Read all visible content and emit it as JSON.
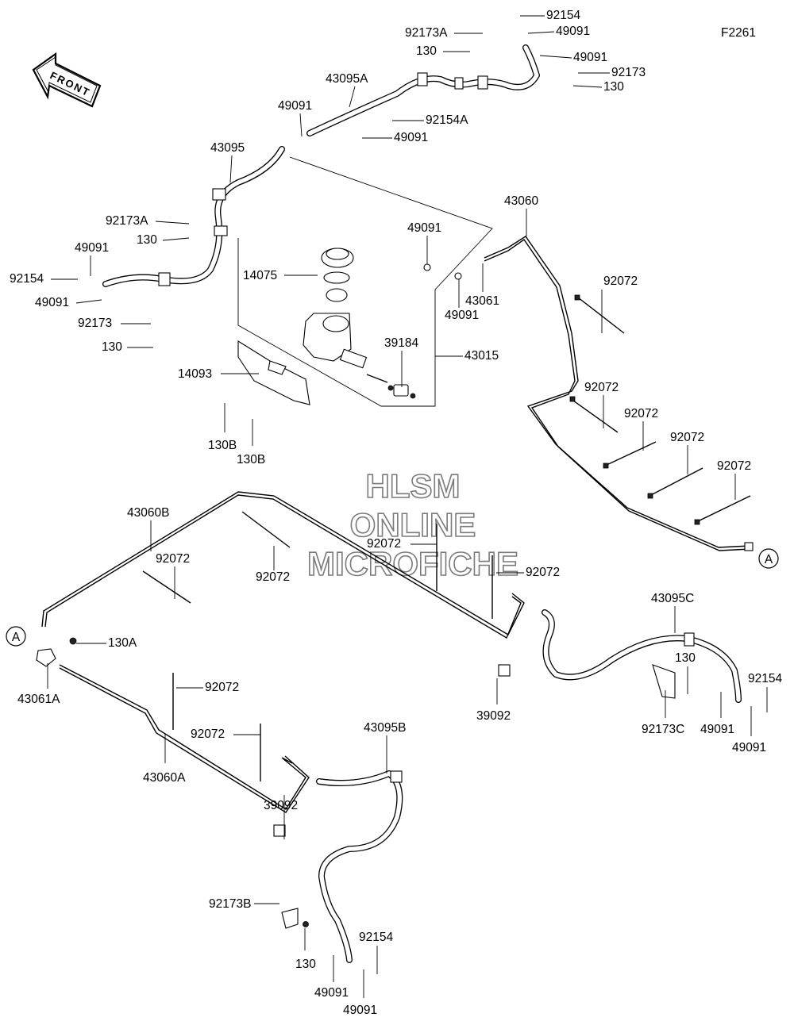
{
  "figure_code": "F2261",
  "front_label": "FRONT",
  "watermark": [
    "HLSM",
    "ONLINE",
    "MICROFICHE"
  ],
  "callouts": [
    "A",
    "A"
  ],
  "part_labels": [
    "92154",
    "49091",
    "92173A",
    "130",
    "49091",
    "92173",
    "130",
    "43095A",
    "49091",
    "92154A",
    "49091",
    "43095",
    "92173A",
    "130",
    "49091",
    "92154",
    "49091",
    "92173",
    "130",
    "49091",
    "14075",
    "43060",
    "92072",
    "43061",
    "49091",
    "39184",
    "43015",
    "14093",
    "92072",
    "92072",
    "92072",
    "92072",
    "130B",
    "130B",
    "43060B",
    "92072",
    "92072",
    "92072",
    "92072",
    "130A",
    "43061A",
    "92072",
    "92072",
    "43060A",
    "43095C",
    "130",
    "92154",
    "39092",
    "92173C",
    "49091",
    "49091",
    "43095B",
    "39092",
    "92173B",
    "92154",
    "130",
    "49091",
    "49091"
  ]
}
